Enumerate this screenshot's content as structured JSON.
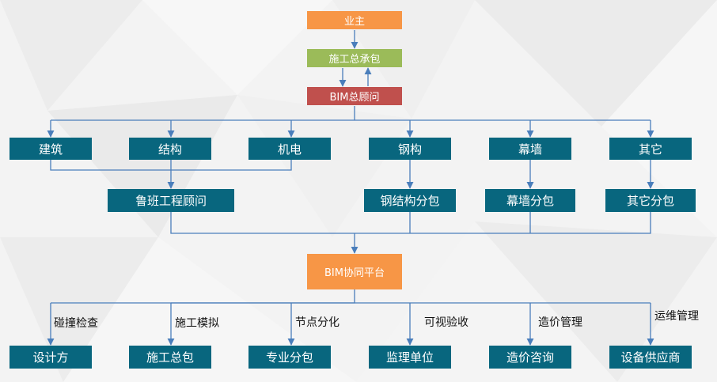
{
  "top": {
    "owner": "业主",
    "gc": "施工总承包",
    "bim_consultant": "BIM总顾问"
  },
  "disciplines": [
    "建筑",
    "结构",
    "机电",
    "钢构",
    "幕墙",
    "其它"
  ],
  "sub_consultants": [
    "鲁班工程顾问",
    "钢结构分包",
    "幕墙分包",
    "其它分包"
  ],
  "platform": "BIM协同平台",
  "functions": [
    "碰撞检查",
    "施工模拟",
    "节点分化",
    "可视验收",
    "造价管理",
    "运维管理"
  ],
  "parties": [
    "设计方",
    "施工总包",
    "专业分包",
    "监理单位",
    "造价咨询",
    "设备供应商"
  ],
  "colors": {
    "teal": "#08667e",
    "orange": "#f79646",
    "green": "#9bbb59",
    "red": "#c0504d",
    "line": "#4a7ebb"
  }
}
